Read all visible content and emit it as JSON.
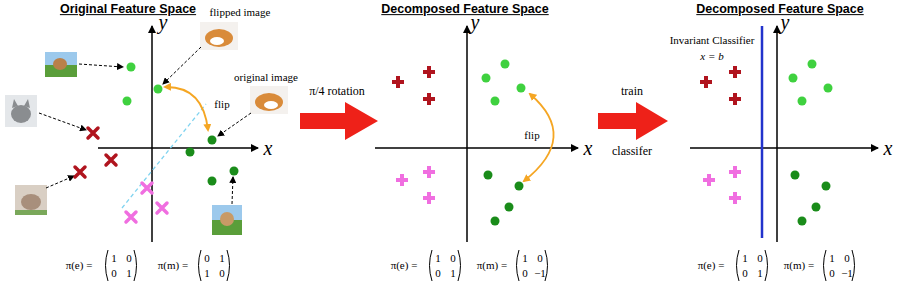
{
  "diagram": {
    "labels": [
      "Original Feature Space",
      "Decomposed Feature Space",
      "Decomposed Feature Space",
      "y",
      "x",
      "flipped image",
      "original image",
      "flip",
      "π/4 rotation",
      "y",
      "x",
      "flip",
      "train",
      "classifer",
      "Invariant Classifier",
      "x = b",
      "y",
      "x",
      "π(e) =",
      "1",
      "0",
      "0",
      "1",
      "π(m) =",
      "0",
      "1",
      "1",
      "0",
      "π(e) =",
      "1",
      "0",
      "0",
      "1",
      "π(m) =",
      "1",
      "0",
      "0",
      "−1",
      "π(e) =",
      "1",
      "0",
      "0",
      "1",
      "π(m) =",
      "1",
      "0",
      "0",
      "−1"
    ]
  }
}
